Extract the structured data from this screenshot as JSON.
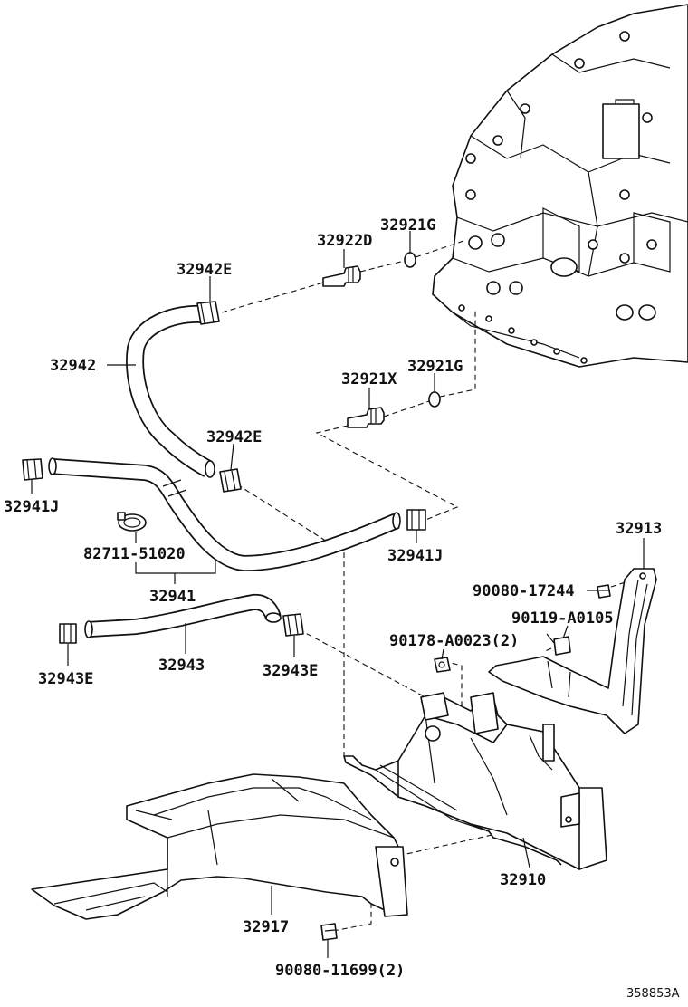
{
  "labels": {
    "p32922D": "32922D",
    "p32921G_a": "32921G",
    "p32942E_a": "32942E",
    "p32942": "32942",
    "p32921X": "32921X",
    "p32921G_b": "32921G",
    "p32942E_b": "32942E",
    "p32941J_a": "32941J",
    "p82711": "82711-51020",
    "p32941": "32941",
    "p32941J_b": "32941J",
    "p32913": "32913",
    "p90080_17244": "90080-17244",
    "p90119": "90119-A0105",
    "p90178": "90178-A0023(2)",
    "p32943": "32943",
    "p32943E_a": "32943E",
    "p32943E_b": "32943E",
    "p32910": "32910",
    "p32917": "32917",
    "p90080_11699": "90080-11699(2)",
    "ref": "358853A"
  }
}
